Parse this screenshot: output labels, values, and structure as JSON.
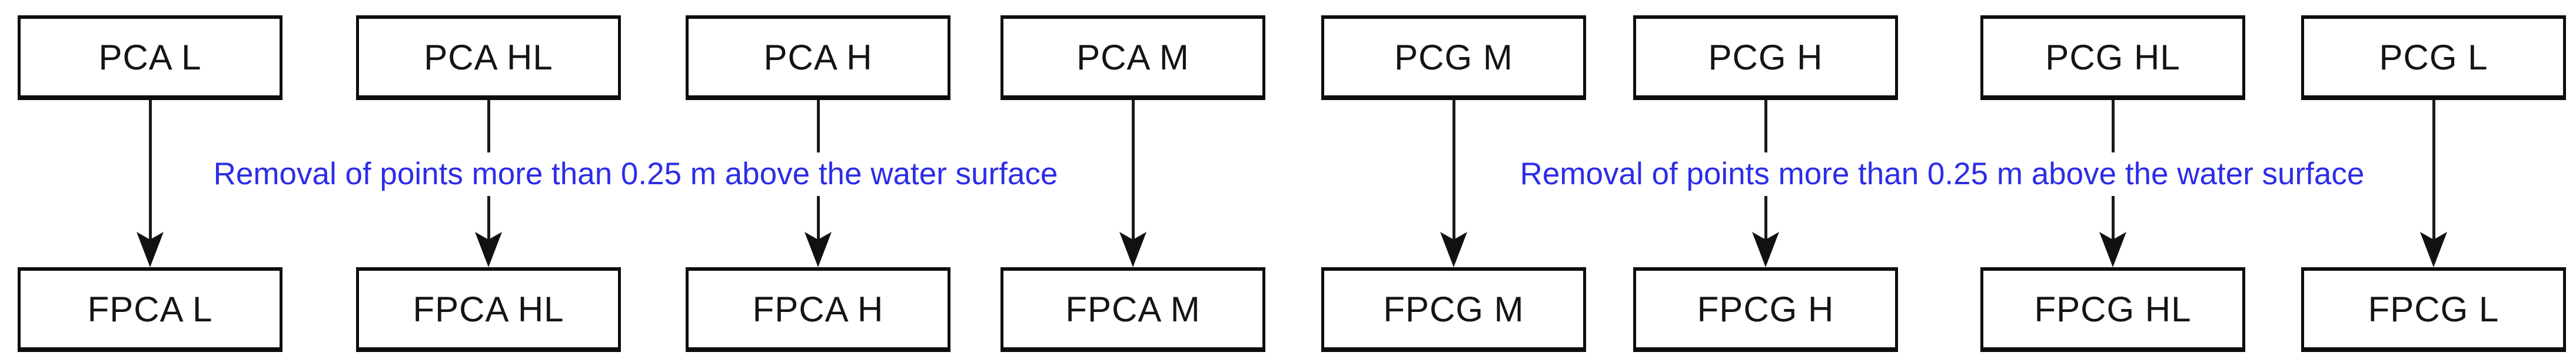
{
  "diagram": {
    "columns": [
      {
        "top_label": "PCA L",
        "bottom_label": "FPCA L"
      },
      {
        "top_label": "PCA HL",
        "bottom_label": "FPCA HL"
      },
      {
        "top_label": "PCA H",
        "bottom_label": "FPCA H"
      },
      {
        "top_label": "PCA M",
        "bottom_label": "FPCA M"
      },
      {
        "top_label": "PCG M",
        "bottom_label": "FPCG M"
      },
      {
        "top_label": "PCG H",
        "bottom_label": "FPCG H"
      },
      {
        "top_label": "PCG HL",
        "bottom_label": "FPCG HL"
      },
      {
        "top_label": "PCG L",
        "bottom_label": "FPCG L"
      }
    ],
    "captions": [
      {
        "text": "Removal of points more than 0.25 m above the water surface"
      },
      {
        "text": "Removal of points more than 0.25 m above the water surface"
      }
    ],
    "colors": {
      "caption_text": "#2d2de6",
      "box_border": "#0d0d0d",
      "box_fill": "#ffffff",
      "box_label": "#141414",
      "arrow": "#1a1a1a"
    }
  }
}
